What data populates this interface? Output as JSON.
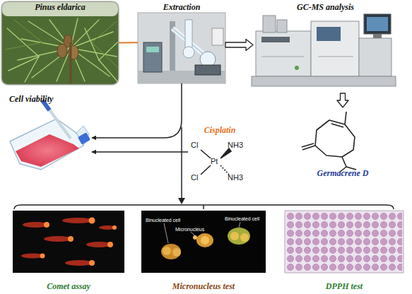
{
  "diagram": {
    "nodes": [
      {
        "text": [
          "Pinus eldarica"
        ]
      },
      {
        "text": [
          "Extraction"
        ]
      },
      {
        "text": [
          "GC-MS analysis"
        ]
      },
      {
        "text": [
          "Germacrene D"
        ]
      },
      {
        "text": [
          "Cell viability"
        ]
      },
      {
        "text": [
          "Cisplatin"
        ]
      },
      {
        "text": [
          "Comet assay"
        ]
      },
      {
        "text": [
          "Micronucleus test"
        ]
      },
      {
        "text": [
          "DPPH test"
        ]
      }
    ],
    "edges": [
      {
        "from": 0,
        "to": 1,
        "arrow": "none"
      },
      {
        "from": 1,
        "to": 2,
        "arrow": "to"
      },
      {
        "from": 2,
        "to": 3,
        "arrow": "to"
      },
      {
        "from": 1,
        "to": 4,
        "arrow": "to"
      },
      {
        "from": 5,
        "to": 4,
        "arrow": "to"
      }
    ],
    "labels": [
      "Cl",
      "NH3",
      "Cl",
      "NH3",
      "Pt",
      "Binucleated cell",
      "Micronucleus",
      "Binucleated cell"
    ]
  }
}
